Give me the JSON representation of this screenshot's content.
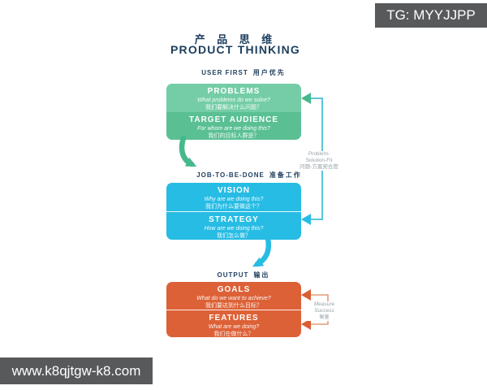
{
  "watermarks": {
    "top_right": "TG: MYYJJPP",
    "bottom_left": "www.k8qjtgw-k8.com"
  },
  "title": {
    "cn": "产 品 思 维",
    "en": "PRODUCT THINKING"
  },
  "diagram": {
    "stages": [
      {
        "label_en": "USER FIRST",
        "label_cn": "用户优先",
        "sections": [
          {
            "title": "PROBLEMS",
            "q_en": "What problems do we solve?",
            "q_cn": "我们要解决什么问题？"
          },
          {
            "title": "TARGET AUDIENCE",
            "q_en": "For whom are we doing this?",
            "q_cn": "我们的目标人群是？"
          }
        ]
      },
      {
        "label_en": "JOB-TO-BE-DONE",
        "label_cn": "准备工作",
        "sections": [
          {
            "title": "VISION",
            "q_en": "Why are we doing this?",
            "q_cn": "我们为什么要做这个？"
          },
          {
            "title": "STRATEGY",
            "q_en": "How are we doing this?",
            "q_cn": "我们怎么做？"
          }
        ]
      },
      {
        "label_en": "OUTPUT",
        "label_cn": "输出",
        "sections": [
          {
            "title": "GOALS",
            "q_en": "What do we want to achieve?",
            "q_cn": "我们要达到什么目标？"
          },
          {
            "title": "FEATURES",
            "q_en": "What are we doing?",
            "q_cn": "我们在做什么？"
          }
        ]
      }
    ],
    "annotations": {
      "problem_solution_fit": {
        "line1": "Problem-",
        "line2": "Solution-Fit",
        "line3": "问题-方案契合度"
      },
      "measure_success": {
        "line1": "Measure",
        "line2": "Success",
        "line3": "衡量"
      }
    },
    "colors": {
      "navy": "#1d3e5e",
      "green_light": "#74cda6",
      "green_dark": "#5ac094",
      "green_arrow": "#46b98c",
      "cyan": "#27bce4",
      "orange": "#dd6137",
      "teal_line": "#5ac6d8",
      "orange_line": "#e39c78",
      "gray_text": "#97a3a9",
      "watermark_bg": "#58595b"
    }
  }
}
